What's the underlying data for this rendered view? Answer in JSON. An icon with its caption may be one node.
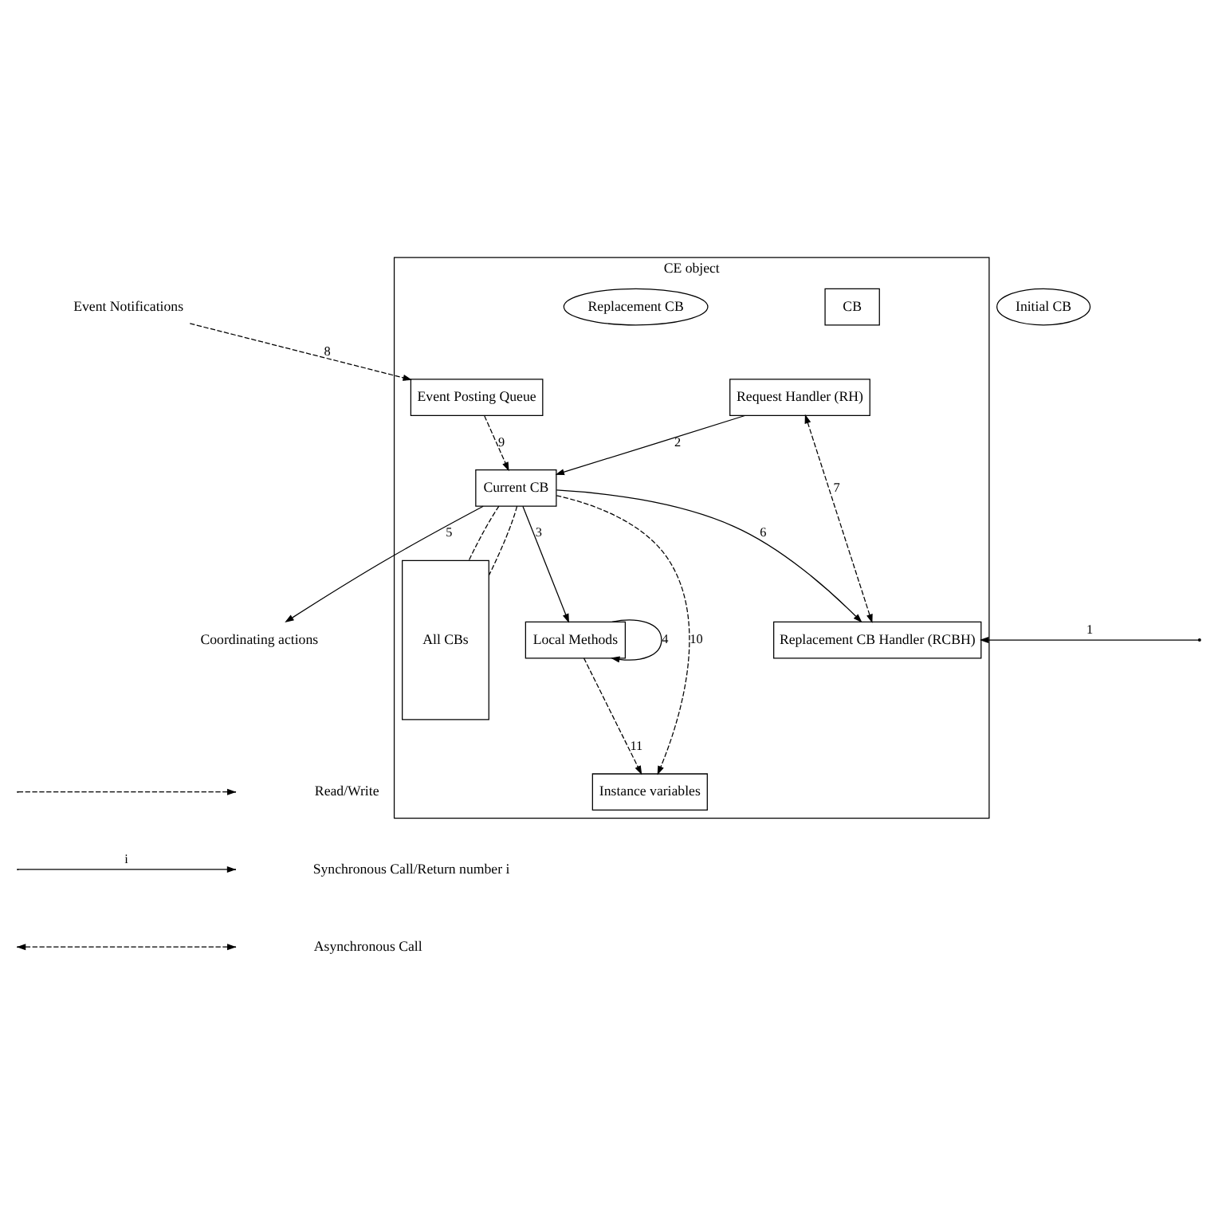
{
  "diagram": {
    "nodes": [
      {
        "text": [
          "CE object"
        ]
      },
      {
        "text": [
          "Request Handler (RH)"
        ],
        "in": 0
      },
      {
        "text": [
          "Current CB"
        ],
        "in": 0
      },
      {
        "text": [
          "All CBs"
        ],
        "in": 0
      },
      {
        "text": [
          "CB"
        ],
        "in": 0
      },
      {
        "text": [
          "Initial CB"
        ]
      },
      {
        "text": [
          "Replacement CB Handler (RCBH)"
        ],
        "in": 0
      },
      {
        "text": [
          "Replacement CB"
        ],
        "in": 0
      },
      {
        "text": [
          "Local Methods"
        ],
        "in": 0
      },
      {
        "text": [
          "Event Posting Queue"
        ],
        "in": 0
      },
      {
        "text": [
          "Instance variables"
        ],
        "in": 0
      },
      {
        "text": [
          "Event Notifications"
        ]
      },
      {
        "text": [
          "Coordinating actions"
        ]
      }
    ],
    "edges": [
      {
        "from": null,
        "to": 6,
        "arrow": "to",
        "label": "1"
      },
      {
        "from": 1,
        "to": 2,
        "arrow": "to",
        "label": "2"
      },
      {
        "from": 2,
        "to": 8,
        "arrow": "to",
        "label": "3"
      },
      {
        "from": 8,
        "to": 8,
        "arrow": "to",
        "label": "4"
      },
      {
        "from": 2,
        "to": 12,
        "arrow": "to",
        "label": "5"
      },
      {
        "from": 2,
        "to": 6,
        "arrow": "to",
        "label": "6"
      },
      {
        "from": 1,
        "to": 6,
        "arrow": "both",
        "label": "7",
        "style": "dashed"
      },
      {
        "from": 11,
        "to": 9,
        "arrow": "to",
        "label": "8",
        "style": "dashed"
      },
      {
        "from": 9,
        "to": 2,
        "arrow": "to",
        "label": "9",
        "style": "dashed"
      },
      {
        "from": 2,
        "to": 10,
        "arrow": "to",
        "label": "10",
        "style": "dashed"
      },
      {
        "from": 8,
        "to": 10,
        "arrow": "to",
        "label": "11",
        "style": "dashed"
      },
      {
        "from": 2,
        "to": 3,
        "arrow": "none",
        "style": "dashed"
      },
      {
        "from": 2,
        "to": 3,
        "arrow": "none",
        "style": "dashed"
      }
    ],
    "labels": [
      "i"
    ],
    "legend": [
      {
        "text": "Read/Write"
      },
      {
        "text": "Synchronous Call/Return number i"
      },
      {
        "text": "Asynchronous Call"
      }
    ]
  }
}
